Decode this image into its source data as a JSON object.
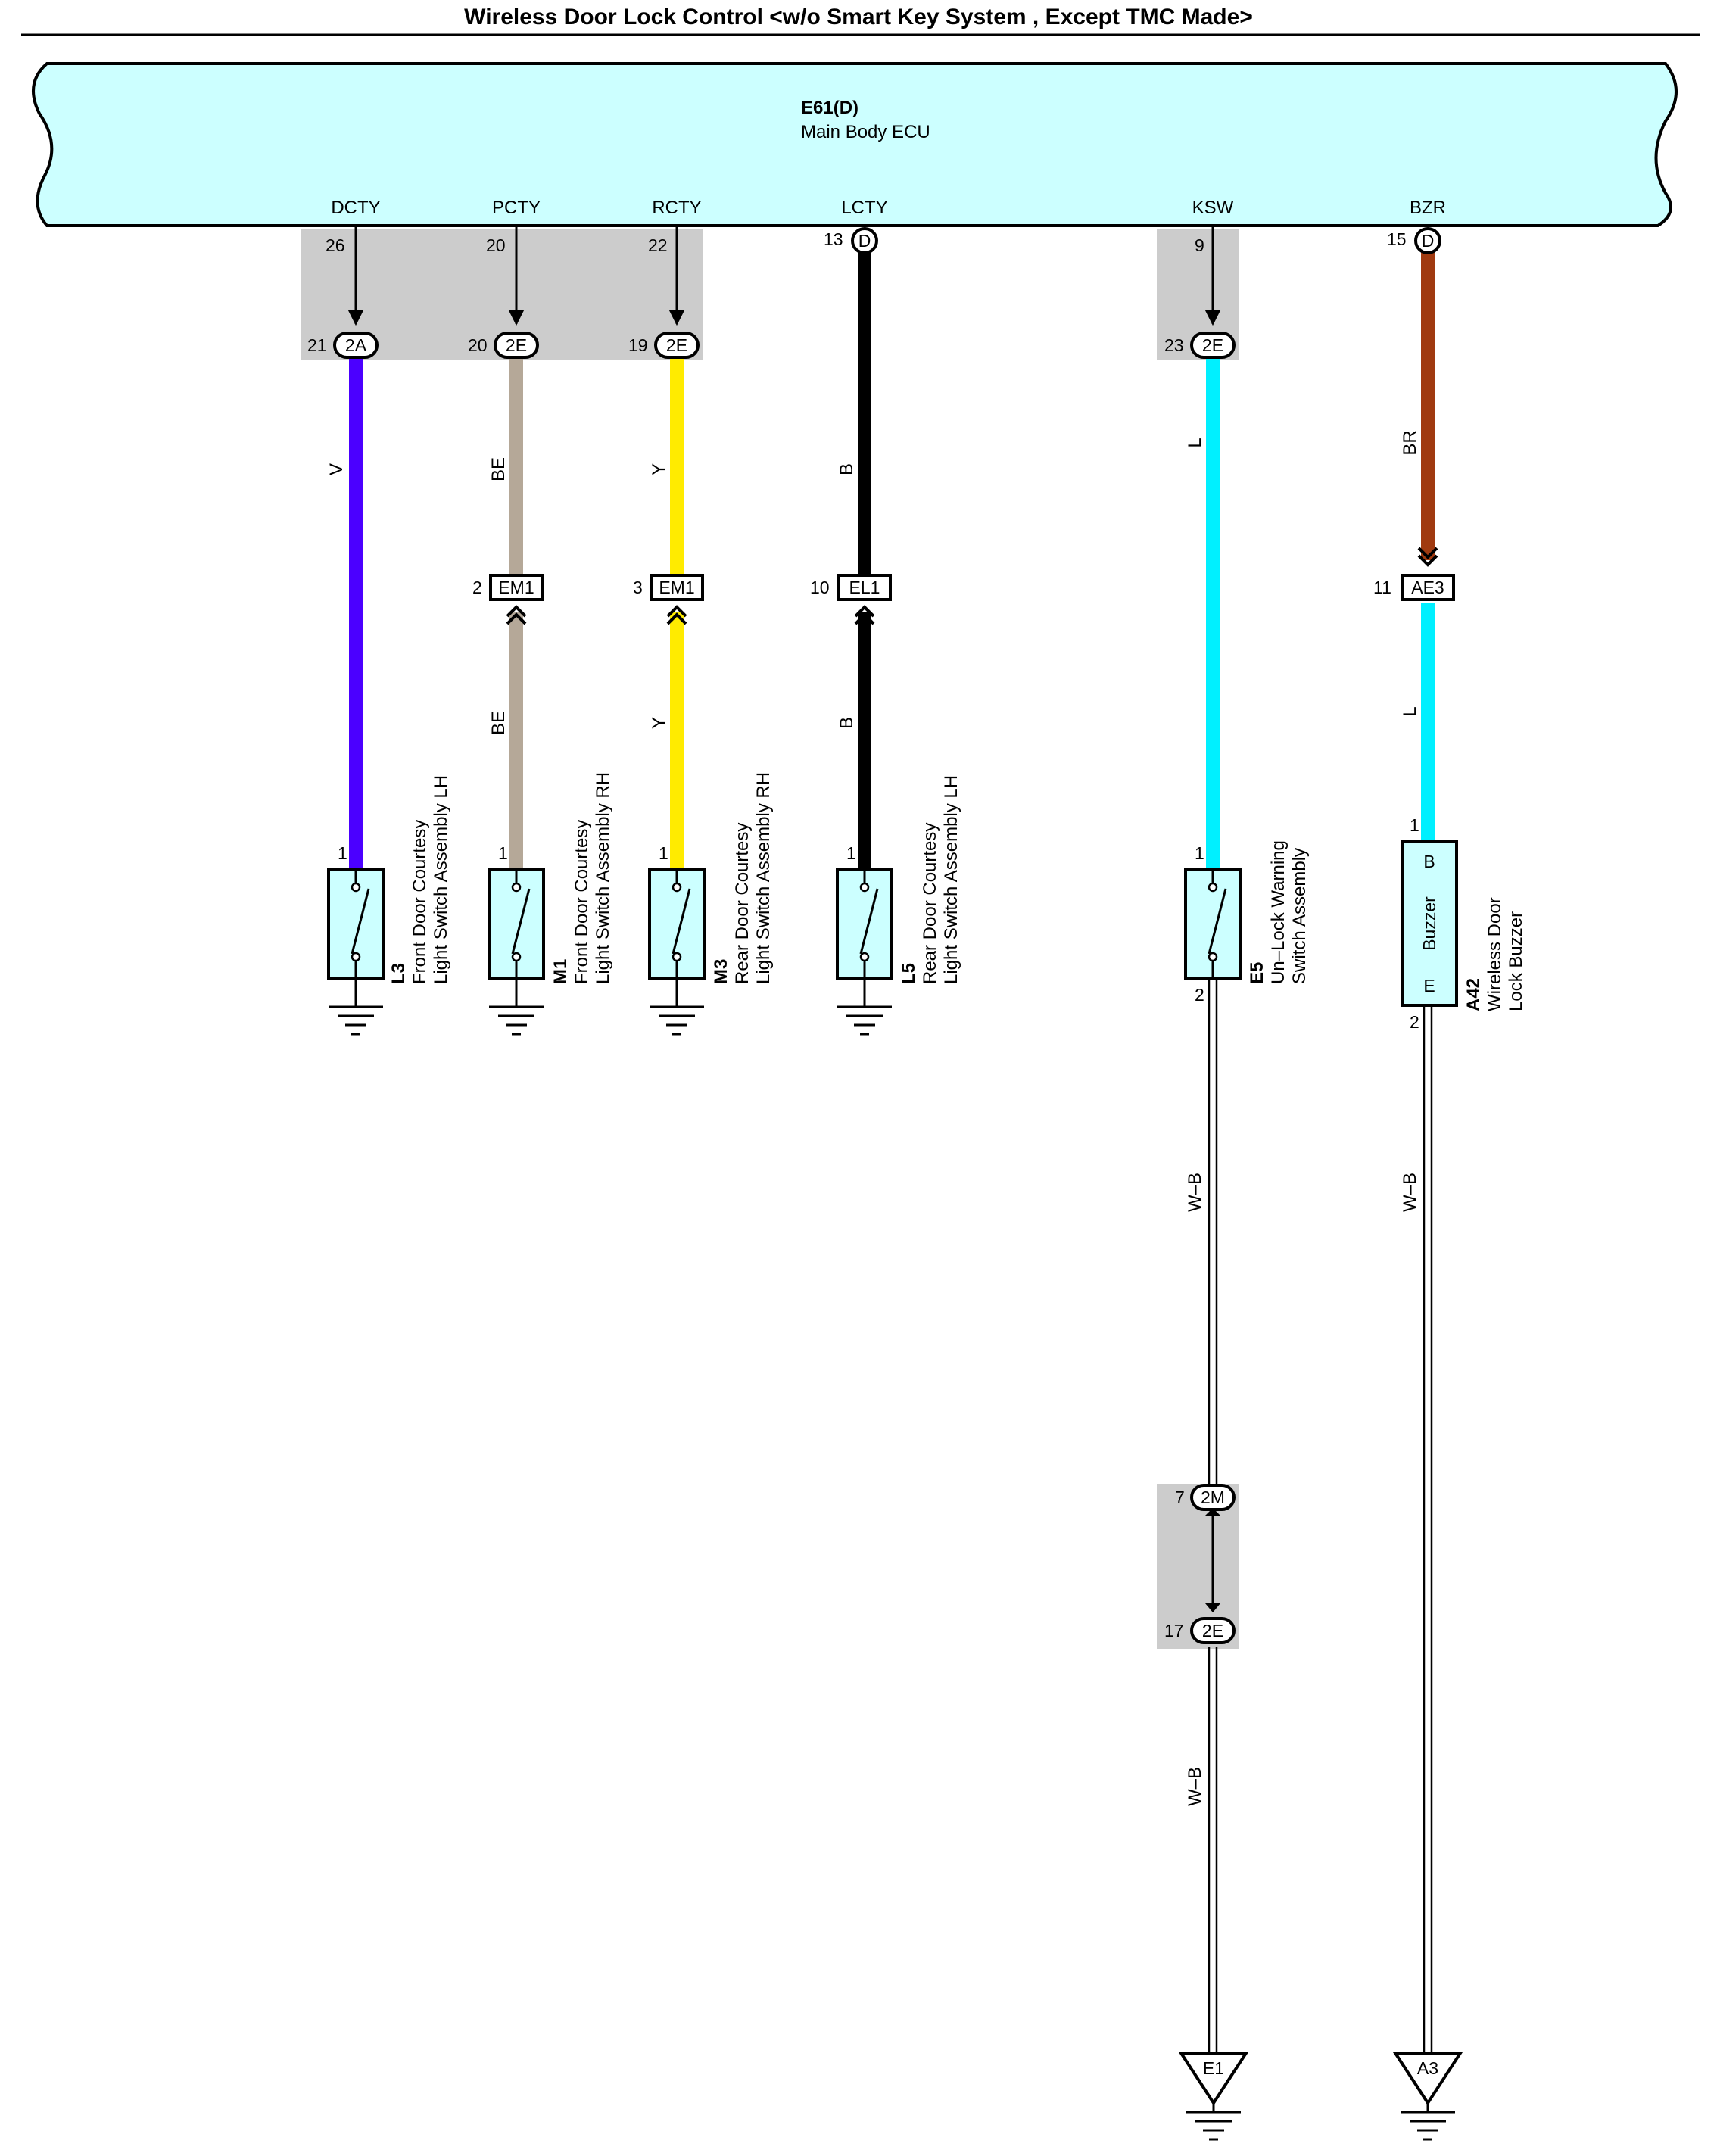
{
  "title": "Wireless Door Lock Control <w/o Smart Key System , Except TMC Made>",
  "ecu": {
    "code": "E61(D)",
    "name": "Main Body ECU"
  },
  "columns": [
    {
      "signal": "DCTY",
      "ecu_pin": "26",
      "jc_pin": "21",
      "jc_code": "2A",
      "wire": "V",
      "wire_color": "#4b00ff"
    },
    {
      "signal": "PCTY",
      "ecu_pin": "20",
      "jc_pin": "20",
      "jc_code": "2E",
      "wire": "BE",
      "wire_color": "#b5a898",
      "conn_pin": "2",
      "conn_code": "EM1"
    },
    {
      "signal": "RCTY",
      "ecu_pin": "22",
      "jc_pin": "19",
      "jc_code": "2E",
      "wire": "Y",
      "wire_color": "#ffeb00",
      "conn_pin": "3",
      "conn_code": "EM1"
    },
    {
      "signal": "LCTY",
      "ecu_pin": "13",
      "ecu_conn": "D",
      "wire": "B",
      "wire_color": "#000000",
      "conn_pin": "10",
      "conn_code": "EL1"
    },
    {
      "signal": "KSW",
      "ecu_pin": "9",
      "jc_pin": "23",
      "jc_code": "2E",
      "wire": "L",
      "wire_color": "#00f0ff"
    },
    {
      "signal": "BZR",
      "ecu_pin": "15",
      "ecu_conn": "D",
      "wire": "BR",
      "wire_color": "#a03a10",
      "conn_pin": "11",
      "conn_code": "AE3",
      "wire2": "L"
    }
  ],
  "components": [
    {
      "code": "L3",
      "name1": "Front Door Courtesy",
      "name2": "Light Switch Assembly LH",
      "pin1": "1"
    },
    {
      "code": "M1",
      "name1": "Front Door Courtesy",
      "name2": "Light Switch Assembly RH",
      "pin1": "1"
    },
    {
      "code": "M3",
      "name1": "Rear Door Courtesy",
      "name2": "Light Switch Assembly RH",
      "pin1": "1"
    },
    {
      "code": "L5",
      "name1": "Rear Door Courtesy",
      "name2": "Light Switch Assembly LH",
      "pin1": "1"
    },
    {
      "code": "E5",
      "name1": "Un–Lock Warning",
      "name2": "Switch Assembly",
      "pin1": "1",
      "pin2": "2"
    },
    {
      "code": "A42",
      "name1": "Wireless Door",
      "name2": "Lock Buzzer",
      "pin1": "1",
      "pin2": "2",
      "term_b": "B",
      "inner": "Buzzer",
      "term_e": "E"
    }
  ],
  "ground_wires": {
    "e5": {
      "wire": "W–B",
      "jc_top_pin": "7",
      "jc_top_code": "2M",
      "jc_bot_pin": "17",
      "jc_bot_code": "2E",
      "wire2": "W–B",
      "ground": "E1"
    },
    "a42": {
      "wire": "W–B",
      "ground": "A3"
    }
  },
  "colors": {
    "ecu_fill": "#ccffff",
    "junction_fill": "#cccccc",
    "switch_fill": "#ccffff",
    "harness": "#ffffff"
  }
}
